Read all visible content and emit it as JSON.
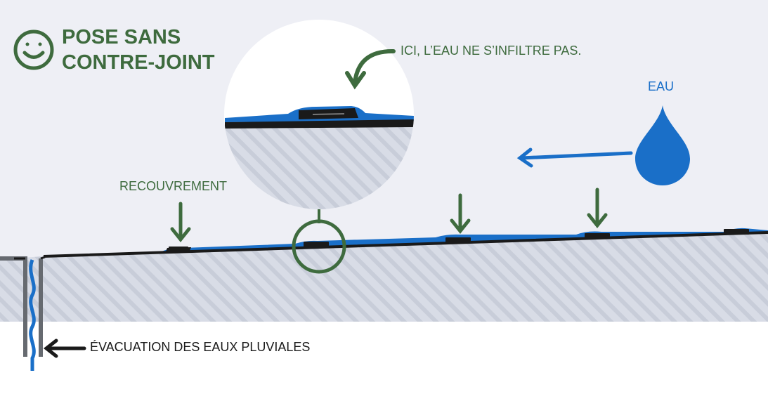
{
  "title": {
    "line1": "POSE SANS",
    "line2": "CONTRE-JOINT"
  },
  "labels": {
    "no_infiltration": "ICI, L’EAU NE S’INFILTRE PAS.",
    "overlap": "RECOUVREMENT",
    "water": "EAU",
    "drainage": "ÉVACUATION DES EAUX PLUVIALES"
  },
  "icons": {
    "smiley": "smiley-face-icon",
    "water_drop": "water-drop-icon",
    "arrow": "arrow-icon"
  },
  "colors": {
    "background": "#eeeff5",
    "ground": "#d8dce6",
    "hatch": "#c5cad6",
    "green": "#3e6b3e",
    "blue": "#1a6fc8",
    "dark": "#1a1a1a",
    "pipe": "#666a70"
  }
}
